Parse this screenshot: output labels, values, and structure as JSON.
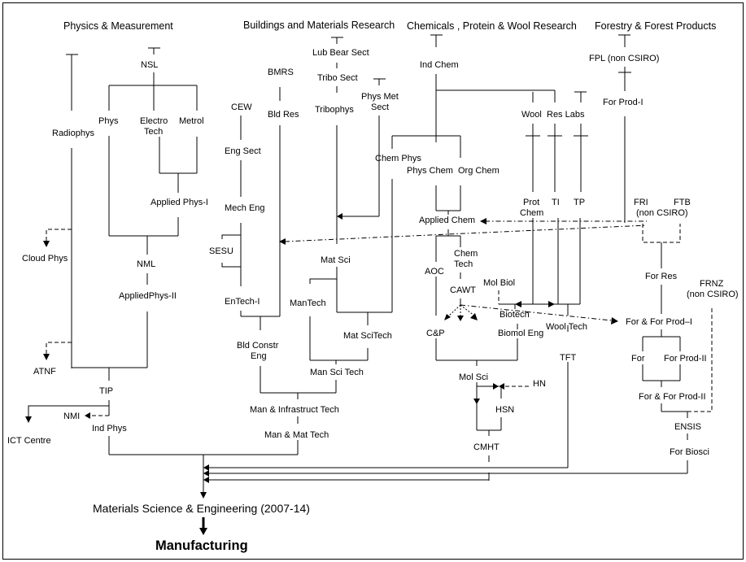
{
  "headers": {
    "physics": "Physics & Measurement",
    "buildings": "Buildings and Materials Research",
    "chemicals": "Chemicals , Protein & Wool Research",
    "forestry": "Forestry & Forest Products"
  },
  "nodes": {
    "nsl": "NSL",
    "radiophys": "Radiophys",
    "phys": "Phys",
    "electro1": "Electro",
    "electro2": "Tech",
    "metrol": "Metrol",
    "applied_phys_i": "Applied Phys-I",
    "cloud_phys": "Cloud Phys",
    "nml": "NML",
    "applied_phys_ii": "AppliedPhys-II",
    "atnf": "ATNF",
    "tip": "TIP",
    "nmi": "NMI",
    "ind_phys": "Ind Phys",
    "ict_centre": "ICT Centre",
    "bmrs": "BMRS",
    "cew": "CEW",
    "bld_res": "Bld Res",
    "eng_sect": "Eng Sect",
    "mech_eng": "Mech Eng",
    "sesu": "SESU",
    "entech_i": "EnTech-I",
    "bld_constr_1": "Bld Constr",
    "bld_constr_2": "Eng",
    "lub_bear_sect": "Lub Bear Sect",
    "tribo_sect": "Tribo Sect",
    "tribophys": "Tribophys",
    "phys_met_1": "Phys Met",
    "phys_met_2": "Sect",
    "mat_sci": "Mat Sci",
    "mantech": "ManTech",
    "mat_scitech": "Mat SciTech",
    "man_sci_tech": "Man Sci Tech",
    "man_infra_tech": "Man & Infrastruct Tech",
    "man_mat_tech": "Man & Mat Tech",
    "ind_chem": "Ind Chem",
    "chem_phys": "Chem Phys",
    "phys_chem": "Phys Chem",
    "org_chem": "Org Chem",
    "applied_chem": "Applied Chem",
    "aoc": "AOC",
    "chem_tech_1": "Chem",
    "chem_tech_2": "Tech",
    "cawt": "CAWT",
    "mol_biol": "Mol Biol",
    "biotech": "Biotech",
    "cp": "C&P",
    "biomol_eng": "Biomol Eng",
    "mol_sci": "Mol Sci",
    "hn": "HN",
    "hsn": "HSN",
    "cmht": "CMHT",
    "wool_res_labs_1": "Wool",
    "wool_res_labs_2": "Res Labs",
    "prot_chem_1": "Prot",
    "prot_chem_2": "Chem",
    "ti": "TI",
    "tp": "TP",
    "wool_tech": "Wool  Tech",
    "tft": "TFT",
    "fpl": "FPL  (non CSIRO)",
    "for_prod_i": "For  Prod-I",
    "fri": "FRI",
    "ftb": "FTB",
    "non_csiro_1": "(non CSIRO)",
    "for_res": "For  Res",
    "frnz_1": "FRNZ",
    "frnz_2": "(non CSIRO)",
    "for_for_prod_i": "For & For Prod–I",
    "for": "For",
    "for_prod_ii": "For  Prod-II",
    "for_for_prod_ii": "For & For Prod-II",
    "ensis": "ENSIS",
    "for_biosci": "For  Biosci"
  },
  "footer": {
    "mse": "Materials Science & Engineering  (2007-14)",
    "manufacturing": "Manufacturing"
  }
}
